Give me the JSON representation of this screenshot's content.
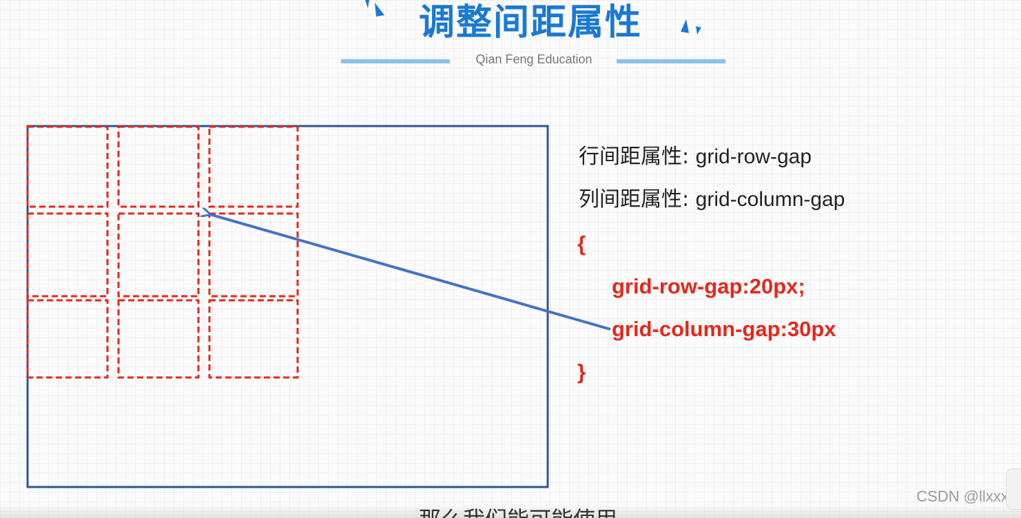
{
  "title": "调整间距属性",
  "subtitle": "Qian Feng Education",
  "properties": [
    {
      "label": "行间距属性:",
      "value": "grid-row-gap"
    },
    {
      "label": "列间距属性:",
      "value": "grid-column-gap"
    }
  ],
  "code": {
    "open_brace": "{",
    "row_gap": "grid-row-gap:20px;",
    "column_gap": "grid-column-gap:30px",
    "close_brace": "}"
  },
  "watermark": "CSDN @llxxxh",
  "caption": "那么我们能可能使用",
  "colors": {
    "title": "#1a79d4",
    "container_border": "#2d5592",
    "grid_dashes": "#e8261a",
    "arrow": "#4472c4",
    "code": "#e8261a",
    "rule": "#8cc0ee"
  },
  "icons": {
    "decoration_left": "blue-triangle-sparkle-icon",
    "decoration_right": "blue-triangle-sparkle-icon"
  }
}
